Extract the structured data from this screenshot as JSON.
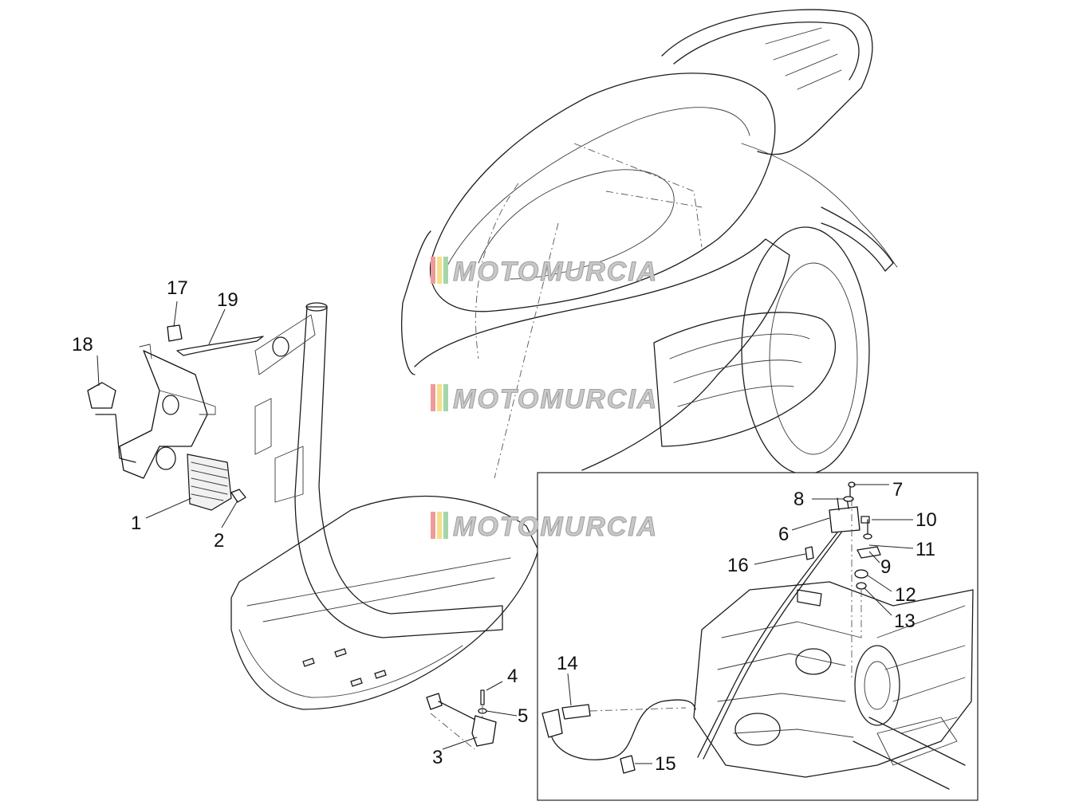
{
  "watermark": {
    "text": "MOTOMURCIA",
    "stripe_colors": [
      "#ef9a9a",
      "#f5e08a",
      "#a5d6a7"
    ]
  },
  "callouts": [
    "1",
    "2",
    "3",
    "4",
    "5",
    "6",
    "7",
    "8",
    "9",
    "10",
    "11",
    "12",
    "13",
    "14",
    "15",
    "16",
    "17",
    "18",
    "19"
  ],
  "colors": {
    "line": "#1c1c1c",
    "background": "#ffffff",
    "watermark": "#c8c8c8"
  }
}
